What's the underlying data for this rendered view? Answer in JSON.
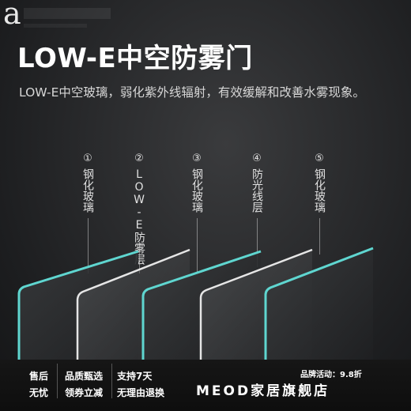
{
  "logo": {
    "letter": "a"
  },
  "title": "LOW-E中空防雾门",
  "subtitle": "LOW-E中空玻璃，弱化紫外线辐射，有效缓解和改善水雾现象。",
  "layers": [
    {
      "num": "①",
      "label": "钢化玻璃"
    },
    {
      "num": "②",
      "label": "LOW-E防雾层"
    },
    {
      "num": "③",
      "label": "钢化玻璃"
    },
    {
      "num": "④",
      "label": "防光线层"
    },
    {
      "num": "⑤",
      "label": "钢化玻璃"
    }
  ],
  "colors": {
    "glass_edge": "#5fd6d0",
    "coating_edge": "#e6e6e6"
  },
  "bottom_bar": {
    "badges": [
      {
        "line1": "售后",
        "line2": "无忧"
      },
      {
        "line1": "品质甄选",
        "line2": "领券立减"
      },
      {
        "line1": "支持7天",
        "line2": "无理由退换"
      }
    ],
    "promo": "品牌活动：9.8折",
    "store": "MEOD家居旗舰店"
  }
}
